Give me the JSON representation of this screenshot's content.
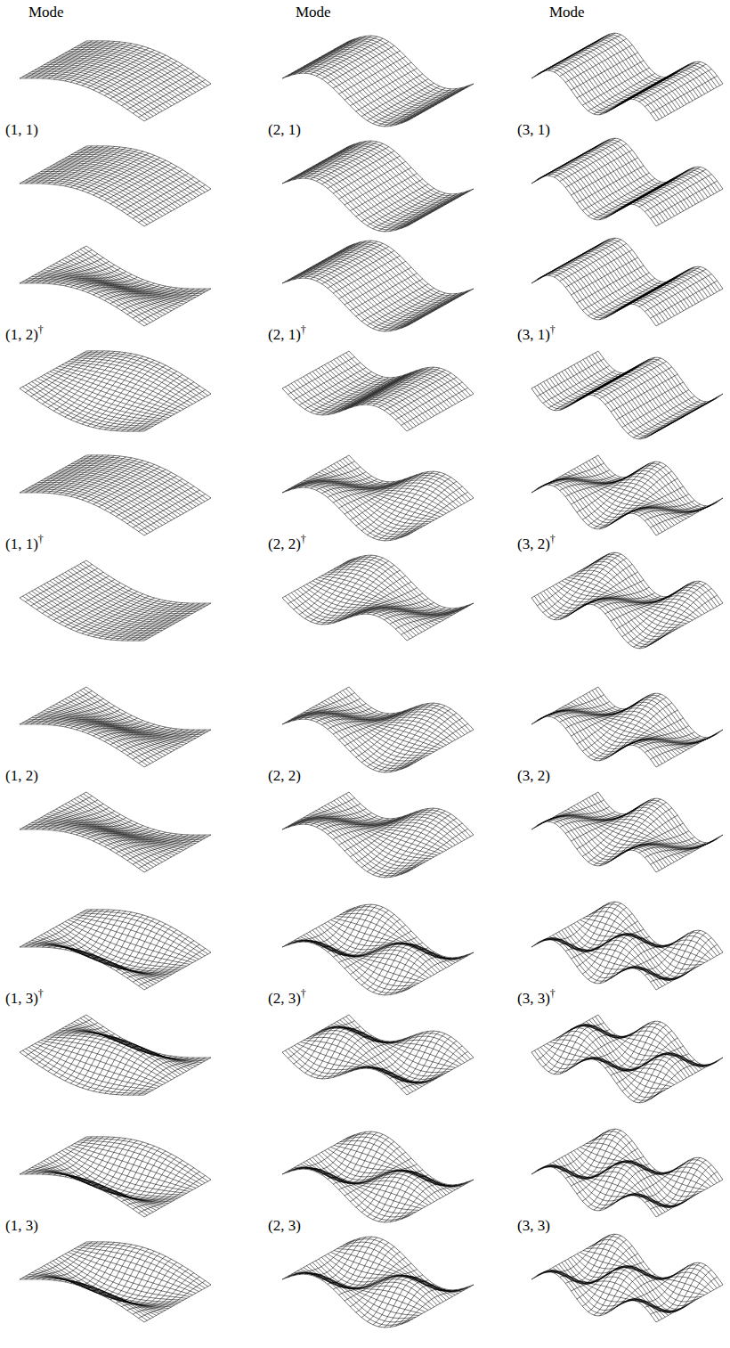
{
  "diagram": {
    "labels": [
      "Mode",
      "Mode",
      "Mode",
      "(1, 1)",
      "(2, 1)",
      "(3, 1)",
      "(1, 2)",
      "†",
      "(2, 1)",
      "†",
      "(3, 1)",
      "†",
      "(1, 1)",
      "†",
      "(2, 2)",
      "†",
      "(3, 2)",
      "†",
      "(1, 2)",
      "(2, 2)",
      "(3, 2)",
      "(1, 3)",
      "†",
      "(2, 3)",
      "†",
      "(3, 3)",
      "†",
      "(1, 3)",
      "(2, 3)",
      "(3, 3)"
    ]
  }
}
